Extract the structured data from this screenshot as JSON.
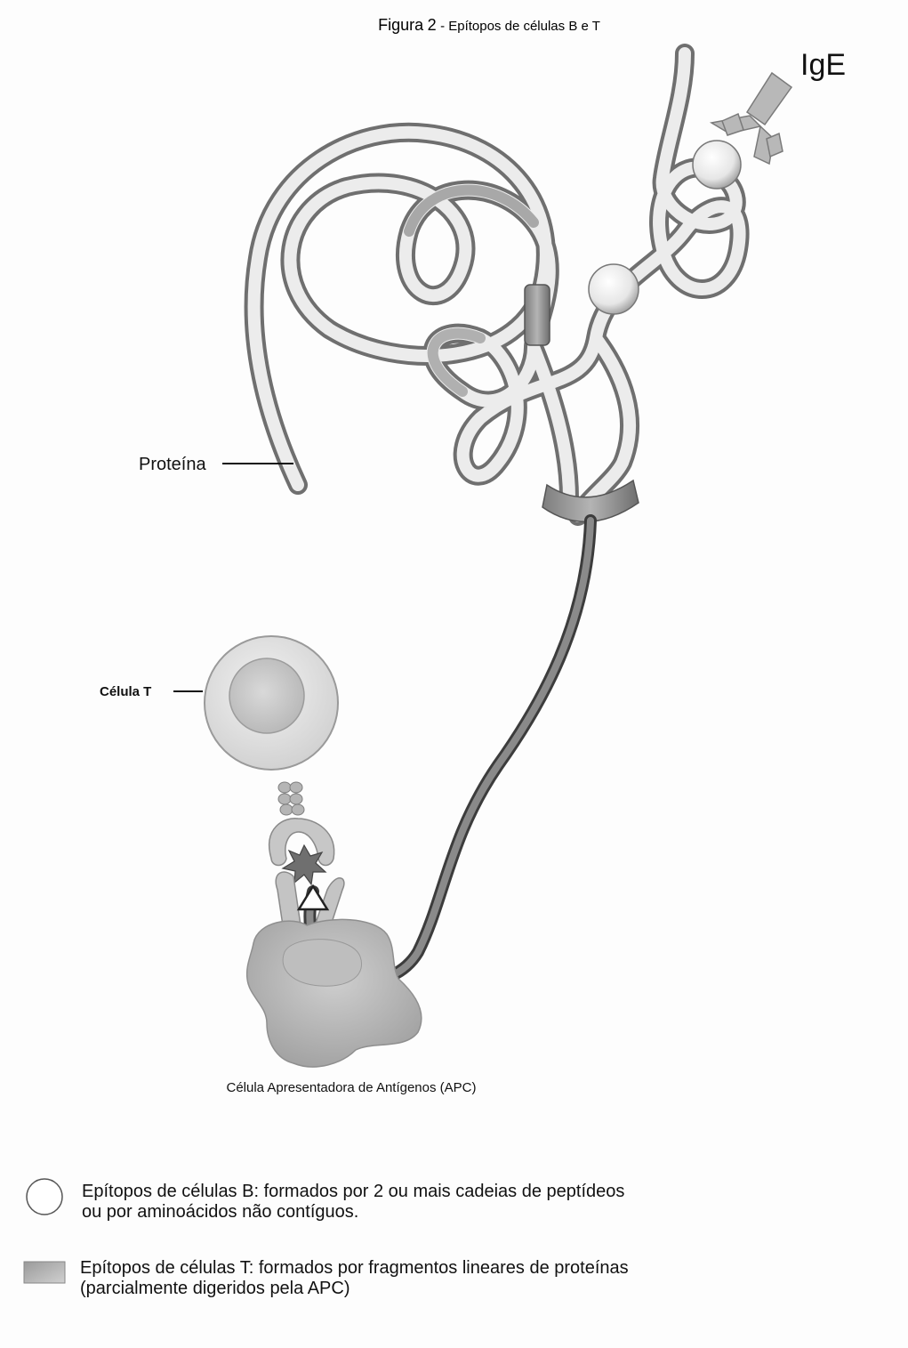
{
  "figure": {
    "title_prefix": "Figura",
    "title_number": "2",
    "title_rest": " - Epítopos de células B e T"
  },
  "labels": {
    "ige": "IgE",
    "protein": "Proteína",
    "t_cell": "Célula T",
    "apc": "Célula Apresentadora de Antígenos (APC)"
  },
  "legend": {
    "b_epitope": {
      "line1": "Epítopos de células B: formados por 2 ou mais cadeias de peptídeos",
      "line2": "ou por aminoácidos não contíguos."
    },
    "t_epitope": {
      "line1": "Epítopos de células T: formados por fragmentos lineares de proteínas",
      "line2": "(parcialmente digeridos pela APC)"
    }
  }
}
